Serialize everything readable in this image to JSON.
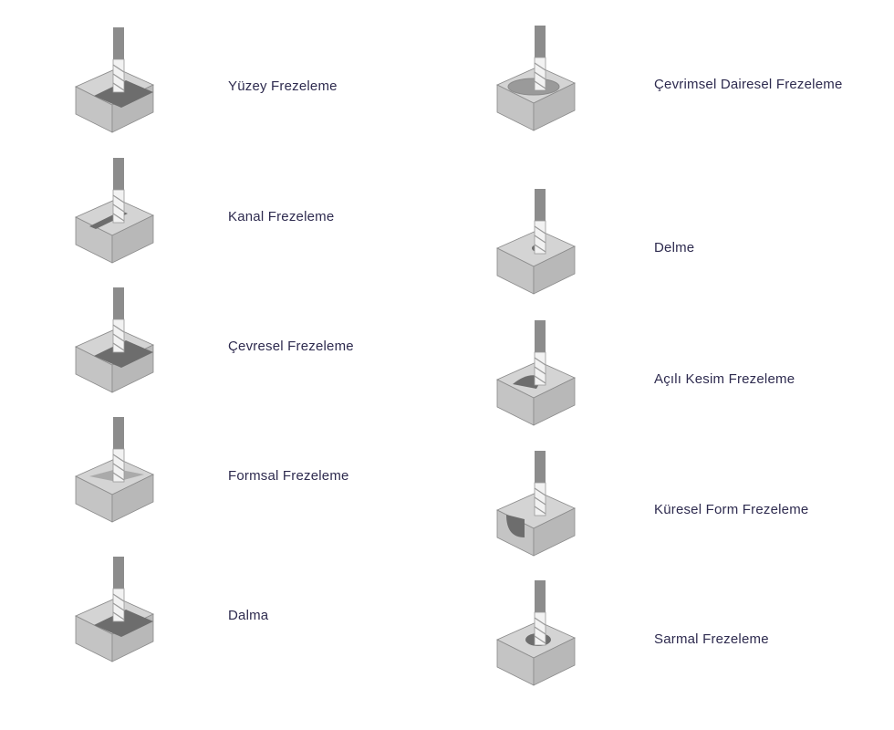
{
  "left_column": [
    {
      "label": "Yüzey Frezeleme",
      "icon": "face-milling-icon"
    },
    {
      "label": "Kanal Frezeleme",
      "icon": "slot-milling-icon"
    },
    {
      "label": "Çevresel Frezeleme",
      "icon": "peripheral-milling-icon"
    },
    {
      "label": "Formsal Frezeleme",
      "icon": "profile-milling-icon"
    },
    {
      "label": "Dalma",
      "icon": "plunge-milling-icon"
    }
  ],
  "right_column": [
    {
      "label": "Çevrimsel Dairesel Frezeleme",
      "icon": "trochoidal-milling-icon"
    },
    {
      "label": "Delme",
      "icon": "drilling-icon"
    },
    {
      "label": "Açılı Kesim Frezeleme",
      "icon": "ramping-icon"
    },
    {
      "label": "Küresel Form Frezeleme",
      "icon": "ball-form-milling-icon"
    },
    {
      "label": "Sarmal Frezeleme",
      "icon": "helical-milling-icon"
    }
  ]
}
